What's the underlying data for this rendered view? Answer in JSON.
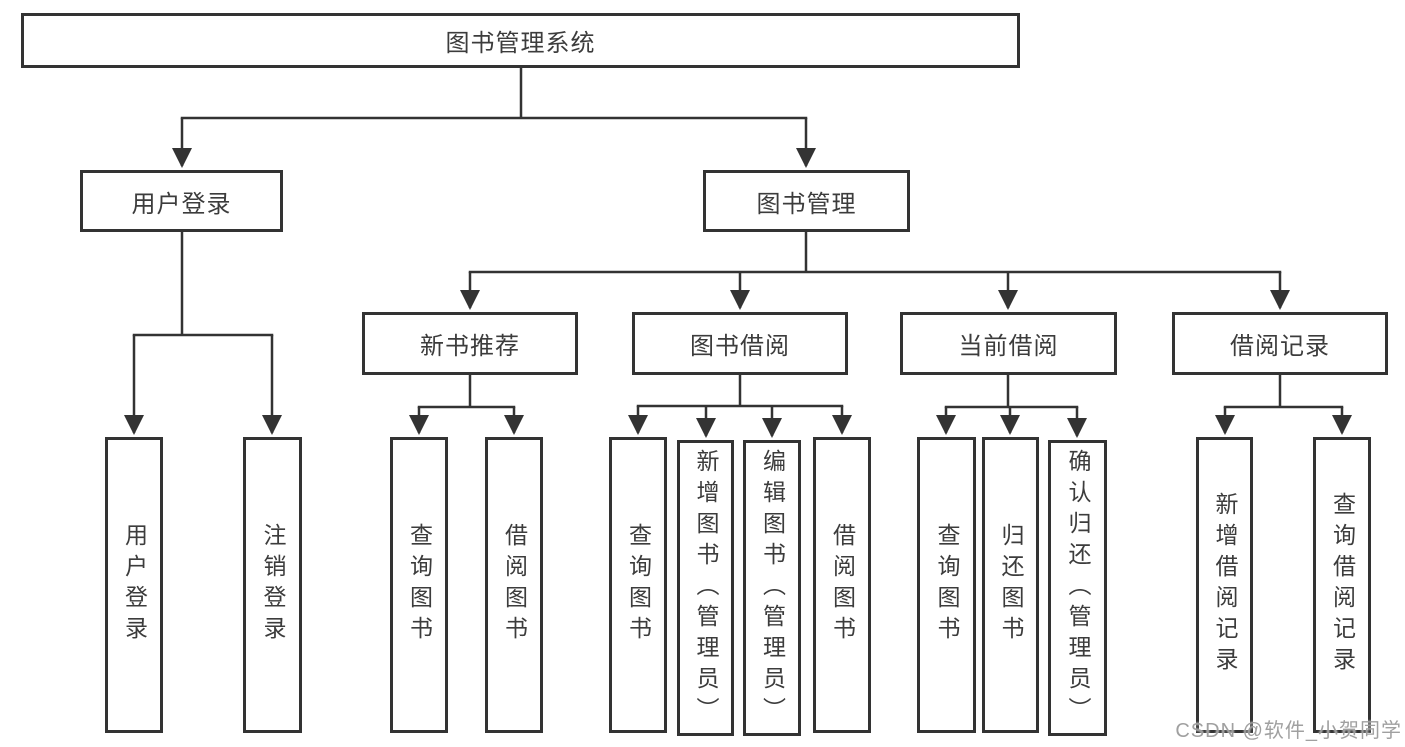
{
  "tree": {
    "label": "图书管理系统",
    "children": [
      {
        "label": "用户登录",
        "children": [
          {
            "label": "用户登录"
          },
          {
            "label": "注销登录"
          }
        ]
      },
      {
        "label": "图书管理",
        "children": [
          {
            "label": "新书推荐",
            "children": [
              {
                "label": "查询图书"
              },
              {
                "label": "借阅图书"
              }
            ]
          },
          {
            "label": "图书借阅",
            "children": [
              {
                "label": "查询图书"
              },
              {
                "label": "新增图书（管理员）"
              },
              {
                "label": "编辑图书（管理员）"
              },
              {
                "label": "借阅图书"
              }
            ]
          },
          {
            "label": "当前借阅",
            "children": [
              {
                "label": "查询图书"
              },
              {
                "label": "归还图书"
              },
              {
                "label": "确认归还（管理员）"
              }
            ]
          },
          {
            "label": "借阅记录",
            "children": [
              {
                "label": "新增借阅记录"
              },
              {
                "label": "查询借阅记录"
              }
            ]
          }
        ]
      }
    ]
  },
  "watermark": "CSDN @软件_小贺同学",
  "colors": {
    "line": "#333333",
    "box_border": "#333333",
    "text": "#3c3c3c",
    "background": "#ffffff",
    "watermark": "#9b9b9b"
  }
}
